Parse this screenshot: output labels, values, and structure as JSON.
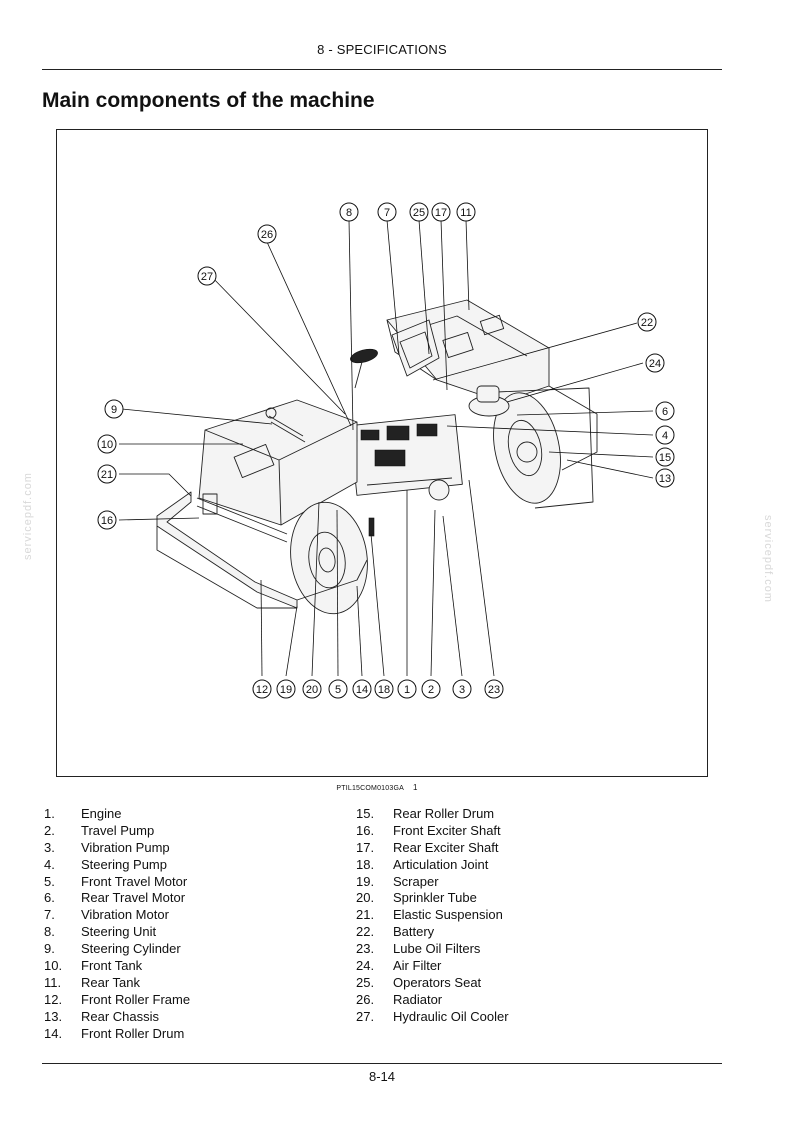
{
  "header": {
    "title": "8 - SPECIFICATIONS"
  },
  "section": {
    "title": "Main components of the machine"
  },
  "figure": {
    "code": "PTIL15COM0103GA",
    "number": "1"
  },
  "legend": [
    {
      "n": "1.",
      "label": "Engine"
    },
    {
      "n": "2.",
      "label": "Travel Pump"
    },
    {
      "n": "3.",
      "label": "Vibration Pump"
    },
    {
      "n": "4.",
      "label": "Steering Pump"
    },
    {
      "n": "5.",
      "label": "Front Travel Motor"
    },
    {
      "n": "6.",
      "label": "Rear Travel Motor"
    },
    {
      "n": "7.",
      "label": "Vibration Motor"
    },
    {
      "n": "8.",
      "label": "Steering Unit"
    },
    {
      "n": "9.",
      "label": "Steering Cylinder"
    },
    {
      "n": "10.",
      "label": "Front Tank"
    },
    {
      "n": "11.",
      "label": "Rear Tank"
    },
    {
      "n": "12.",
      "label": "Front Roller Frame"
    },
    {
      "n": "13.",
      "label": "Rear Chassis"
    },
    {
      "n": "14.",
      "label": "Front Roller Drum"
    },
    {
      "n": "15.",
      "label": "Rear Roller Drum"
    },
    {
      "n": "16.",
      "label": "Front Exciter Shaft"
    },
    {
      "n": "17.",
      "label": "Rear Exciter Shaft"
    },
    {
      "n": "18.",
      "label": "Articulation Joint"
    },
    {
      "n": "19.",
      "label": "Scraper"
    },
    {
      "n": "20.",
      "label": "Sprinkler Tube"
    },
    {
      "n": "21.",
      "label": "Elastic Suspension"
    },
    {
      "n": "22.",
      "label": "Battery"
    },
    {
      "n": "23.",
      "label": "Lube Oil Filters"
    },
    {
      "n": "24.",
      "label": "Air Filter"
    },
    {
      "n": "25.",
      "label": "Operators Seat"
    },
    {
      "n": "26.",
      "label": "Radiator"
    },
    {
      "n": "27.",
      "label": "Hydraulic Oil Cooler"
    }
  ],
  "callouts": [
    "1",
    "2",
    "3",
    "4",
    "5",
    "6",
    "7",
    "8",
    "9",
    "10",
    "11",
    "12",
    "13",
    "14",
    "15",
    "16",
    "17",
    "18",
    "19",
    "20",
    "21",
    "22",
    "23",
    "24",
    "25",
    "26",
    "27"
  ],
  "footer": {
    "page": "8-14"
  },
  "watermark": {
    "text": "servicepdf.com"
  }
}
